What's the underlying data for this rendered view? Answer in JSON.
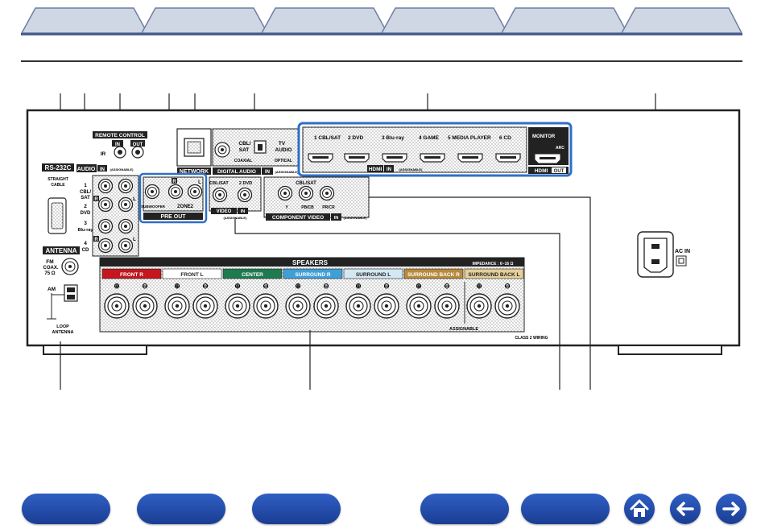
{
  "labels": {
    "rs232c": "RS-232C",
    "straight_cable": "STRAIGHT CABLE",
    "audio": "AUDIO",
    "audio_in": "IN",
    "audio_assignable": "(ASSIGNABLE)",
    "remote_control": "REMOTE CONTROL",
    "rc_in": "IN",
    "rc_out": "OUT",
    "ir": "IR",
    "network": "NETWORK",
    "digital_audio": "DIGITAL AUDIO",
    "digital_in": "IN",
    "digital_assignable": "(ASSIGNABLE)",
    "cbl_sat_coax_a": "CBL/",
    "cbl_sat_coax_b": "SAT",
    "coaxial": "COAXIAL",
    "tv_audio_a": "TV",
    "tv_audio_b": "AUDIO",
    "optical": "OPTICAL",
    "hdmi_in": "HDMI",
    "hdmi_in_tag": "IN",
    "hdmi_assignable": "(ASSIGNABLE)",
    "hdmi_out": "HDMI",
    "hdmi_out_tag": "OUT",
    "monitor": "MONITOR",
    "arc": "ARC",
    "hdmi_inputs": [
      "1  CBL/SAT",
      "2  DVD",
      "3  Blu-ray",
      "4  GAME",
      "5  MEDIA PLAYER",
      "6  CD"
    ],
    "audio_inputs": [
      [
        "1",
        "CBL/",
        "SAT"
      ],
      [
        "2",
        "DVD"
      ],
      [
        "3",
        "Blu-ray"
      ],
      [
        "4",
        "CD"
      ]
    ],
    "audio_r": "R",
    "audio_l": "L",
    "pre_out": "PRE OUT",
    "subwoofer": "SUBWOOFER",
    "zone2": "ZONE2",
    "pre_r": "R",
    "pre_l": "L",
    "video_cbl_sat": "CBL/SAT",
    "video_dvd": "2 DVD",
    "video": "VIDEO",
    "video_in": "IN",
    "video_assignable": "(ASSIGNABLE)",
    "comp_cbl_sat": "CBL/SAT",
    "comp_y": "Y",
    "comp_pb": "PB/CB",
    "comp_pr": "PR/CR",
    "component_video": "COMPONENT VIDEO",
    "component_in": "IN",
    "component_assignable": "(ASSIGNABLE)",
    "antenna": "ANTENNA",
    "fm_a": "FM",
    "fm_b": "COAX.",
    "fm_c": "75 Ω",
    "am": "AM",
    "loop_a": "LOOP",
    "loop_b": "ANTENNA",
    "speakers": "SPEAKERS",
    "impedance": "IMPEDANCE : 6~16 Ω",
    "assignable": "ASSIGNABLE",
    "class2": "CLASS 2 WIRING",
    "ac_in": "AC IN",
    "speaker_channels": [
      {
        "label": "FRONT",
        "tag": "R",
        "color": "#c4161c"
      },
      {
        "label": "FRONT",
        "tag": "L",
        "color": "#ffffff"
      },
      {
        "label": "CENTER",
        "tag": "",
        "color": "#1e7b4f"
      },
      {
        "label": "SURROUND",
        "tag": "R",
        "color": "#3fa0d8"
      },
      {
        "label": "SURROUND",
        "tag": "L",
        "color": "#d4e8f4"
      },
      {
        "label": "SURROUND BACK",
        "tag": "R",
        "color": "#b98a3c"
      },
      {
        "label": "SURROUND BACK",
        "tag": "L",
        "color": "#e5cf99"
      }
    ]
  },
  "colors": {
    "tab_fill": "#cfd6e4",
    "tab_border": "#6f7fa4",
    "button_blue": "#2350b0",
    "highlight_blue": "#2f6fc8"
  },
  "nav": {
    "tabs": [
      "tab-1",
      "tab-2",
      "tab-3",
      "tab-4",
      "tab-5",
      "tab-6"
    ],
    "icons": [
      "home-icon",
      "back-arrow-icon",
      "forward-arrow-icon"
    ]
  }
}
